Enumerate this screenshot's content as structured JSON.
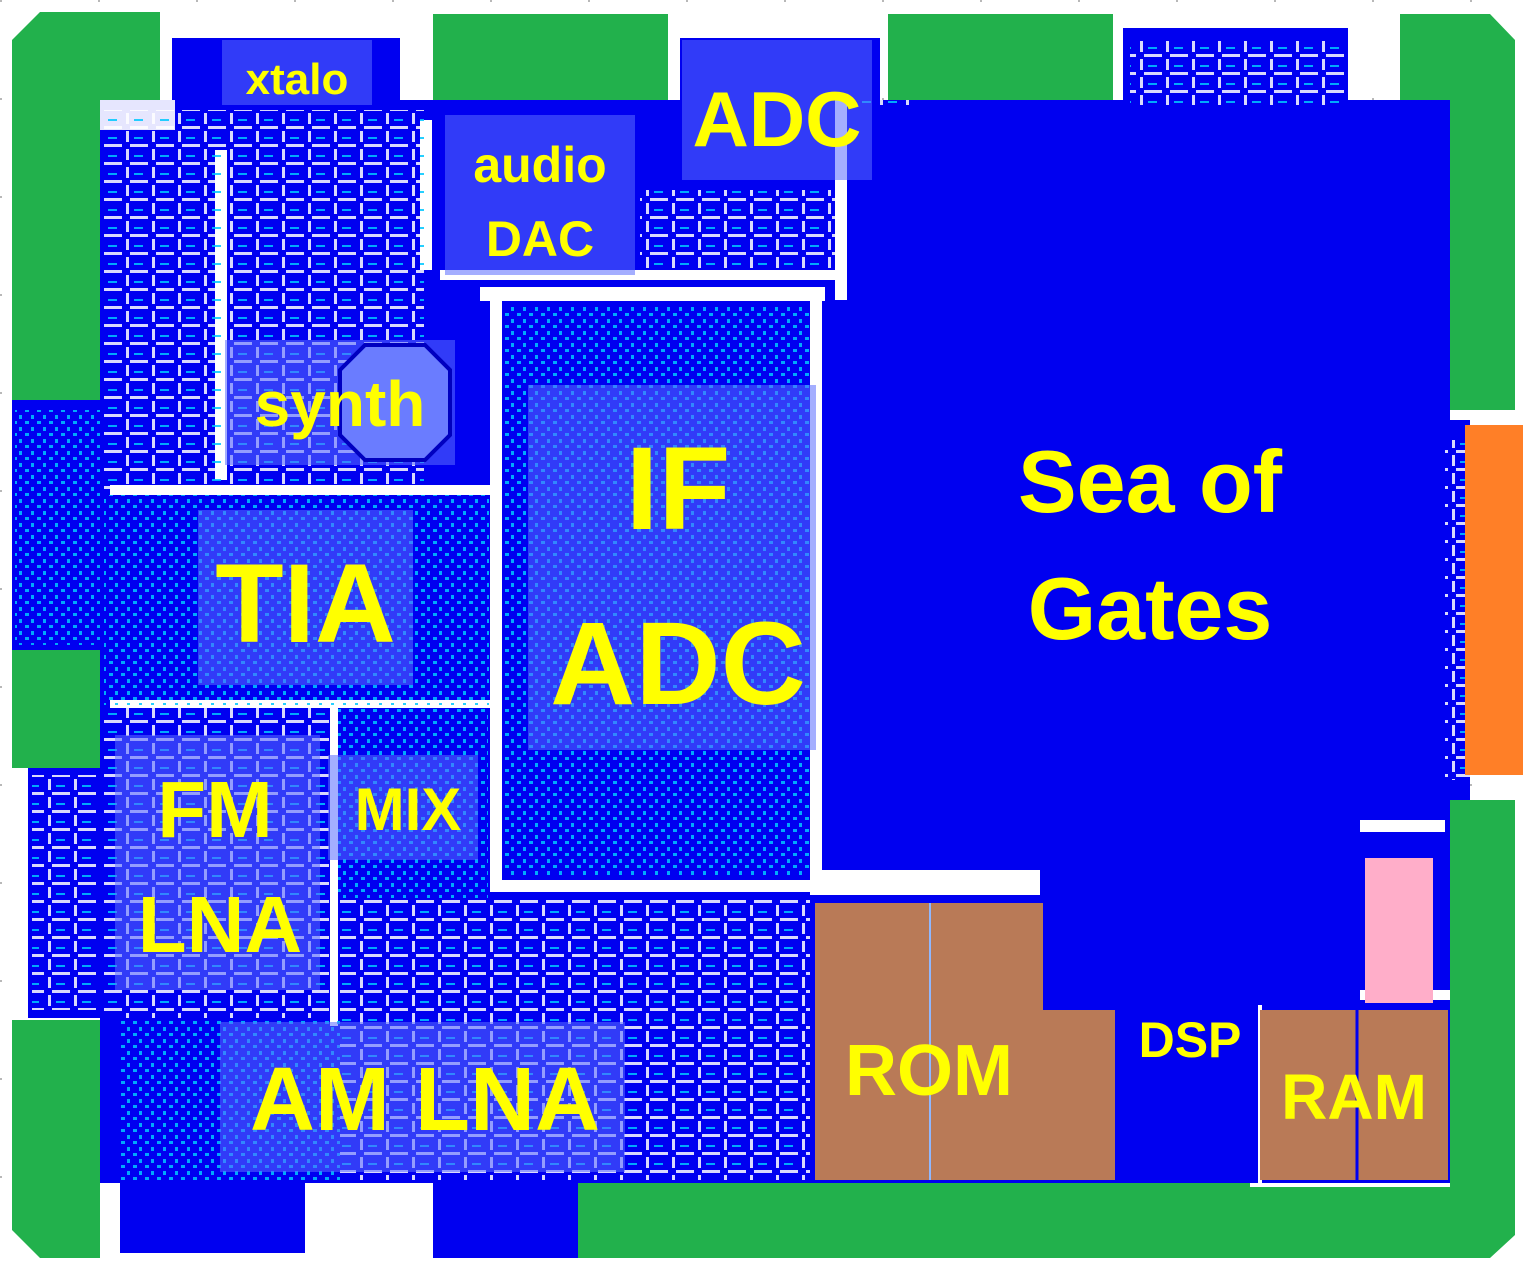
{
  "colors": {
    "background": "#ffffff",
    "pad_ring": "#22b14c",
    "block": "#0000f0",
    "metal_detail": "#00c8ff",
    "overlay": "#5a6cff",
    "label": "#ffff00",
    "memory": "#b97a57",
    "orange_block": "#ff7f27",
    "pink_block": "#ffaec9",
    "dotted_grid": "#b8b8b8"
  },
  "blocks": {
    "xtalo": "xtalo",
    "audio_dac_line1": "audio",
    "audio_dac_line2": "DAC",
    "adc_top": "ADC",
    "synth": "synth",
    "tia": "TIA",
    "if_adc_line1": "IF",
    "if_adc_line2": "ADC",
    "sea_of_gates_line1": "Sea of",
    "sea_of_gates_line2": "Gates",
    "fm_lna_line1": "FM",
    "fm_lna_line2": "LNA",
    "mix": "MIX",
    "am_lna": "AM LNA",
    "rom": "ROM",
    "dsp": "DSP",
    "ram": "RAM"
  }
}
